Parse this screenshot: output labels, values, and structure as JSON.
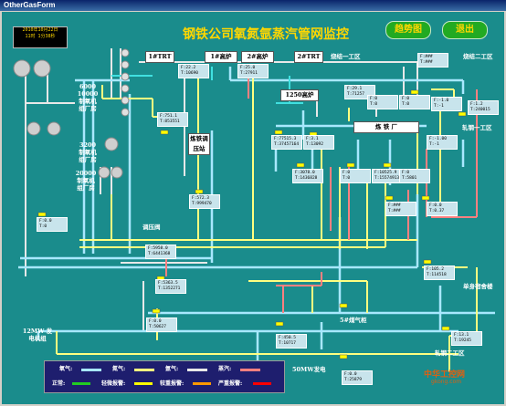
{
  "window": {
    "title": "OtherGasForm"
  },
  "clock": {
    "date": "2010年10月22日",
    "time": "11时 1分38秒"
  },
  "header": {
    "title": "钢铁公司氧氮氩蒸汽管网监控",
    "trend_button": "趋势图",
    "exit_button": "退出"
  },
  "labels": {
    "ppt1": "1#TRT",
    "bf1": "1#高炉",
    "bf2": "2#高炉",
    "ppt2": "2#TRT",
    "sinter1": "烧结一工区",
    "sinter2": "烧结二工区",
    "bf1250": "1250高炉",
    "steelmaking": "炼 铁 厂",
    "rolling1": "轧钢一工区",
    "rolling2": "轧钢二工区",
    "iron_plant": "炼铁调压站",
    "regulating_valve": "调压阀",
    "oxy1": "6000 10000 制氧机 组厂房",
    "oxy2": "3200 制氧机 组厂房",
    "oxy3": "20000 制氧机 组厂房",
    "dorm": "单身宿舍楼",
    "gas5": "5#煤气柜",
    "power12": "12MW 发电机组",
    "power50": "50MW发电"
  },
  "readouts": [
    {
      "f": "F:22.2",
      "t": "T:10690"
    },
    {
      "f": "F:25.0",
      "t": "T:27911"
    },
    {
      "f": "F:###",
      "t": "T:###"
    },
    {
      "f": "F:29.1",
      "t": "T:71257"
    },
    {
      "f": "F:0",
      "t": "T:0"
    },
    {
      "f": "F:0",
      "t": "T:0"
    },
    {
      "f": "F:-1.0",
      "t": "T:-1"
    },
    {
      "f": "F:1.2",
      "t": "T:240015"
    },
    {
      "f": "F:-1.00",
      "t": "T:-1"
    },
    {
      "f": "F:751.1",
      "t": "T:853551"
    },
    {
      "f": "F:77515.3",
      "t": "T:37457164"
    },
    {
      "f": "F:3.1",
      "t": "T:13092"
    },
    {
      "f": "F:3078.0",
      "t": "T:1436828"
    },
    {
      "f": "F:0",
      "t": "T:0"
    },
    {
      "f": "F:10525.9",
      "t": "T:15574913"
    },
    {
      "f": "F:0",
      "t": "T:5801"
    },
    {
      "f": "F:###",
      "t": "T:###"
    },
    {
      "f": "F:0.0",
      "t": "T:0.37"
    },
    {
      "f": "F:572.3",
      "t": "T:999470"
    },
    {
      "f": "F:0.0",
      "t": "T:0"
    },
    {
      "f": "F:5958.0",
      "t": "T:6441368"
    },
    {
      "f": "F:5363.5",
      "t": "T:1352271"
    },
    {
      "f": "F:0.0",
      "t": "T:50627"
    },
    {
      "f": "F:105.2",
      "t": "T:114518"
    },
    {
      "f": "F:13.1",
      "t": "T:19245"
    },
    {
      "f": "F:450.5",
      "t": "T:10717"
    },
    {
      "f": "F:0.0",
      "t": "T:25879"
    }
  ],
  "legend": {
    "oxygen": "氧气:",
    "nitrogen": "氮气:",
    "argon": "氩气:",
    "steam": "蒸汽:",
    "normal": "正常:",
    "light_alarm": "轻微报警:",
    "medium_alarm": "较重报警:",
    "severe_alarm": "严重报警:"
  },
  "colors": {
    "background": "#1a8c8c",
    "oxygen": "#a8e8ff",
    "nitrogen": "#ffff80",
    "argon": "#e8e8e8",
    "steam": "#ff8080",
    "alarm_red": "#ff0000",
    "title": "#ffd700"
  },
  "watermark": {
    "site": "中华工控网",
    "url": "gkong.com"
  }
}
